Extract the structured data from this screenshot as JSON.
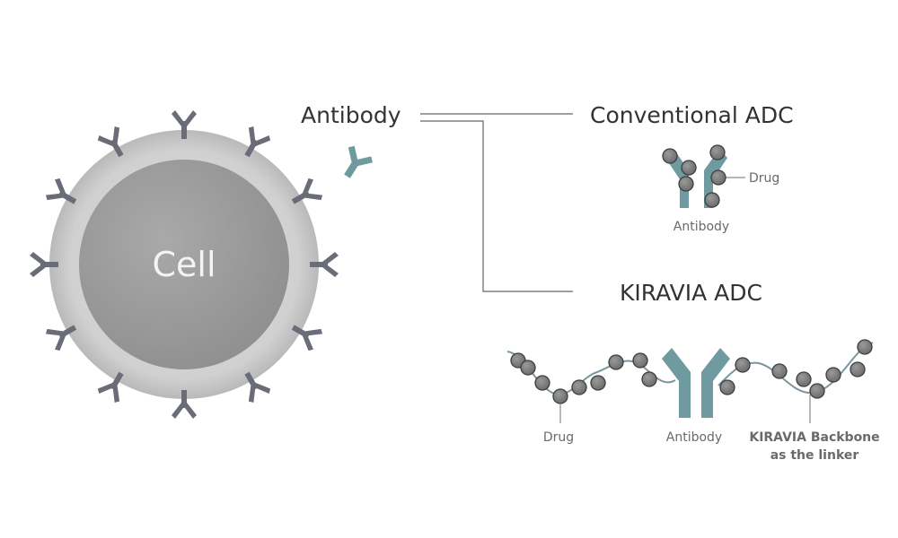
{
  "labels": {
    "cell": "Cell",
    "antibody_title": "Antibody",
    "conventional_adc": "Conventional ADC",
    "kiravia_adc": "KIRAVIA ADC",
    "conv_drug": "Drug",
    "conv_antibody": "Antibody",
    "kir_drug": "Drug",
    "kir_antibody": "Antibody",
    "kir_backbone_line1": "KIRAVIA Backbone",
    "kir_backbone_line2": "as the linker"
  },
  "colors": {
    "cell_outer": "#d4d4d4",
    "cell_outer_rim": "#b8b8b8",
    "cell_inner": "#9a9a9a",
    "cell_inner_light": "#a8a8a8",
    "cell_text": "#f4f4f4",
    "receptor": "#6a6c78",
    "antibody": "#6e9aa0",
    "drug_bead": "#7a7a7a",
    "drug_outline": "#3e3e3e",
    "connector_line": "#666666",
    "title_text": "#333333",
    "caption_text": "#6a6a6a"
  }
}
